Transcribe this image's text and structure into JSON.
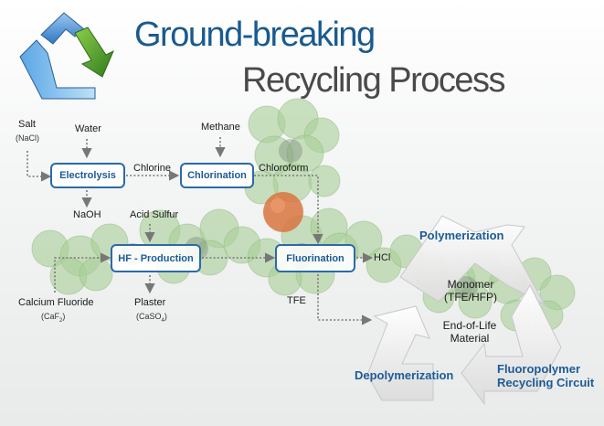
{
  "title": {
    "line1": "Ground-breaking",
    "line2": "Recycling Process"
  },
  "inputs": {
    "salt": "Salt",
    "salt_formula": "(NaCl)",
    "water": "Water",
    "methane": "Methane",
    "naoh": "NaOH",
    "chlorine": "Chlorine",
    "chloroform": "Chloroform",
    "acid_sulfur": "Acid Sulfur",
    "hcl": "HCl",
    "tfe": "TFE",
    "calcium_fluoride": "Calcium Fluoride",
    "caf2_prefix": "(CaF",
    "caf2_sub": "2",
    "caf2_suffix": ")",
    "plaster": "Plaster",
    "caso4_prefix": "(CaSO",
    "caso4_sub": "4",
    "caso4_suffix": ")"
  },
  "process": {
    "electrolysis": "Electrolysis",
    "chlorination": "Chlorination",
    "hf_production": "HF - Production",
    "fluorination": "Fluorination"
  },
  "cycle": {
    "polymerization": "Polymerization",
    "depolymerization": "Depolymerization",
    "circuit_line1": "Fluoropolymer",
    "circuit_line2": "Recycling Circuit",
    "monomer": "Monomer",
    "monomer_formula": "(TFE/HFP)",
    "end_of_life_line1": "End-of-Life",
    "end_of_life_line2": "Material"
  },
  "colors": {
    "title_blue": "#1a5a8e",
    "box_border": "#2b6aa8",
    "box_text": "#1d5b95",
    "molecule_green": "#a8cf98",
    "molecule_orange": "#d9743f",
    "arrow_gray": "#777777"
  }
}
